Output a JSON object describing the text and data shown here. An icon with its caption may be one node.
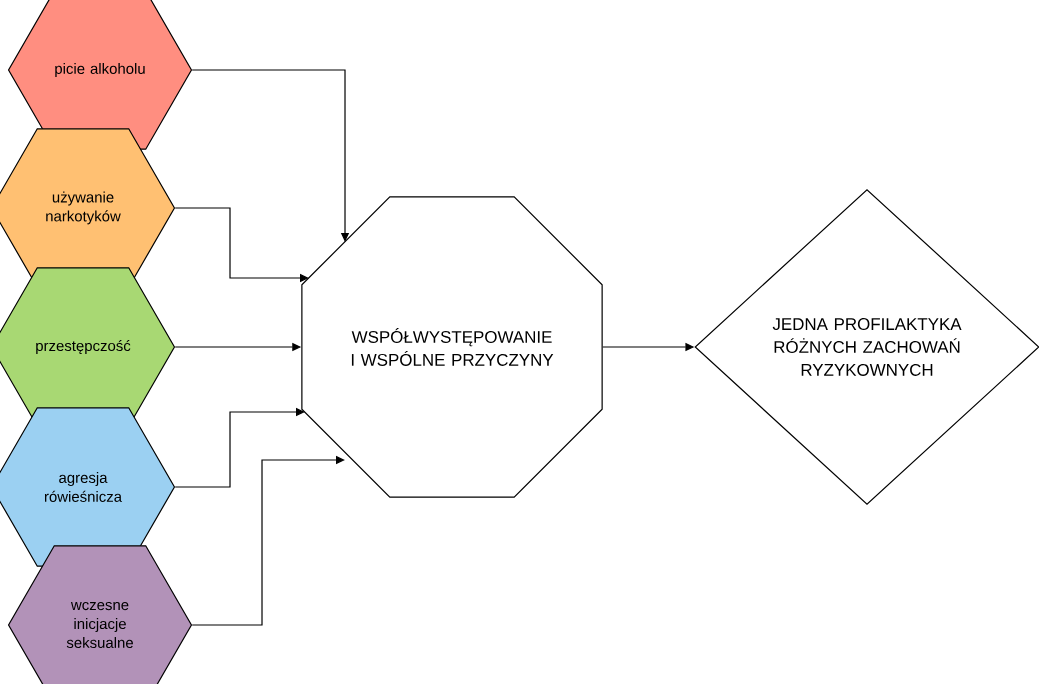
{
  "diagram": {
    "nodes": [
      {
        "text": [
          "picie alkoholu"
        ]
      },
      {
        "text": [
          "używanie narkotyków"
        ]
      },
      {
        "text": [
          "przestępczość"
        ]
      },
      {
        "text": [
          "agresja rówieśnicza"
        ]
      },
      {
        "text": [
          "wczesne inicjacje seksualne"
        ]
      },
      {
        "text": [
          "WSPÓŁWYSTĘPOWANIE I WSPÓLNE PRZYCZYNY"
        ]
      },
      {
        "text": [
          "JEDNA PROFILAKTYKA RÓŻNYCH ZACHOWAŃ RYZYKOWNYCH"
        ]
      }
    ],
    "edges": [
      {
        "from": 0,
        "to": 5,
        "arrow": "to"
      },
      {
        "from": 1,
        "to": 5,
        "arrow": "to"
      },
      {
        "from": 2,
        "to": 5,
        "arrow": "to"
      },
      {
        "from": 3,
        "to": 5,
        "arrow": "to"
      },
      {
        "from": 4,
        "to": 5,
        "arrow": "to"
      },
      {
        "from": 5,
        "to": 6,
        "arrow": "to"
      }
    ]
  }
}
